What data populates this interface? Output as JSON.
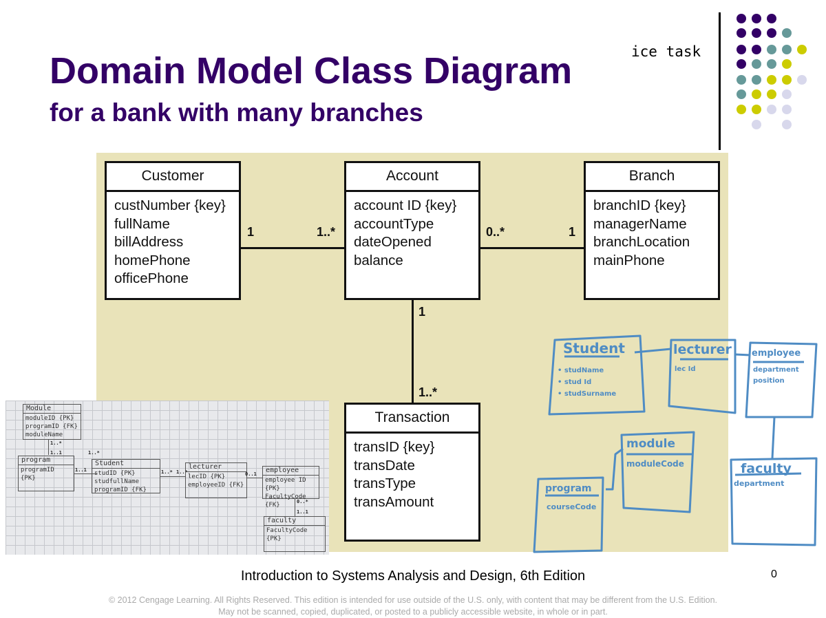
{
  "slide": {
    "title": "Domain Model Class Diagram",
    "subtitle": "for a bank with many branches",
    "annotation": "ice task"
  },
  "colors": {
    "purple": "#330066",
    "teal": "#669999",
    "yellow": "#cccc00",
    "lavender": "#d8d8ec",
    "canvas": "#e9e3b9",
    "sketch_blue": "#4f8cc4"
  },
  "dot_grid": [
    [
      "purple",
      "purple",
      "purple",
      null,
      null
    ],
    [
      "purple",
      "purple",
      "purple",
      "teal",
      null
    ],
    [
      "purple",
      "purple",
      "teal",
      "teal",
      "yellow"
    ],
    [
      "purple",
      "teal",
      "teal",
      "yellow",
      null
    ],
    [
      "teal",
      "teal",
      "yellow",
      "yellow",
      "lavender"
    ],
    [
      "teal",
      "yellow",
      "yellow",
      "lavender",
      null
    ],
    [
      "yellow",
      "yellow",
      "lavender",
      "lavender",
      null
    ],
    [
      null,
      "lavender",
      null,
      "lavender",
      null
    ]
  ],
  "diagram": {
    "customer": {
      "name": "Customer",
      "attrs": [
        "custNumber {key}",
        "fullName",
        "billAddress",
        "homePhone",
        "officePhone"
      ]
    },
    "account": {
      "name": "Account",
      "attrs": [
        "account ID {key}",
        "accountType",
        "dateOpened",
        "balance"
      ]
    },
    "branch": {
      "name": "Branch",
      "attrs": [
        "branchID {key}",
        "managerName",
        "branchLocation",
        "mainPhone"
      ]
    },
    "transaction": {
      "name": "Transaction",
      "attrs": [
        "transID {key}",
        "transDate",
        "transType",
        "transAmount"
      ]
    },
    "multiplicities": {
      "cust_acc_left": "1",
      "cust_acc_right": "1..*",
      "acc_branch_left": "0..*",
      "acc_branch_right": "1",
      "acc_trans_top": "1",
      "acc_trans_bottom": "1..*"
    }
  },
  "photo": {
    "module": {
      "name": "Module",
      "attrs": [
        "moduleID {PK}",
        "programID {FK}",
        "moduleName"
      ]
    },
    "program": {
      "name": "program",
      "attrs": [
        "programID {PK}"
      ]
    },
    "student": {
      "name": "Student",
      "attrs": [
        "studID {PK}",
        "studfullName",
        "programID {FK}"
      ]
    },
    "lecturer": {
      "name": "lecturer",
      "attrs": [
        "lecID {PK}",
        "employeeID {FK}"
      ]
    },
    "employee": {
      "name": "employee",
      "attrs": [
        "employee ID {PK}",
        "FacultyCode {FK}"
      ]
    },
    "faculty": {
      "name": "faculty",
      "attrs": [
        "FacultyCode {PK}"
      ]
    },
    "mult": {
      "m1": "1..*",
      "m2": "1..1",
      "m3": "1..*",
      "m4": "1..1",
      "m5": "1..*",
      "m6": "1..*",
      "m7": "0..1",
      "m8": "0..*",
      "m9": "1..1"
    }
  },
  "sketch": {
    "student": {
      "name": "Student",
      "attrs": [
        "• studName",
        "• stud Id",
        "• studSurname"
      ]
    },
    "lecturer": {
      "name": "lecturer",
      "attrs": [
        "lec Id"
      ]
    },
    "employee": {
      "name": "employee",
      "attrs": [
        "department",
        "position"
      ]
    },
    "module": {
      "name": "module",
      "attrs": [
        "moduleCode"
      ]
    },
    "program": {
      "name": "program",
      "attrs": [
        "courseCode"
      ]
    },
    "faculty": {
      "name": "faculty",
      "attrs": [
        "department"
      ]
    }
  },
  "footer": {
    "book": "Introduction to Systems Analysis and Design, 6th Edition",
    "page": "0",
    "copyright_1": "© 2012 Cengage Learning. All Rights Reserved. This edition is intended for use outside of the U.S. only, with content that may be different from the U.S. Edition.",
    "copyright_2": "May not be scanned, copied, duplicated, or posted to a publicly accessible website, in whole or in part."
  }
}
